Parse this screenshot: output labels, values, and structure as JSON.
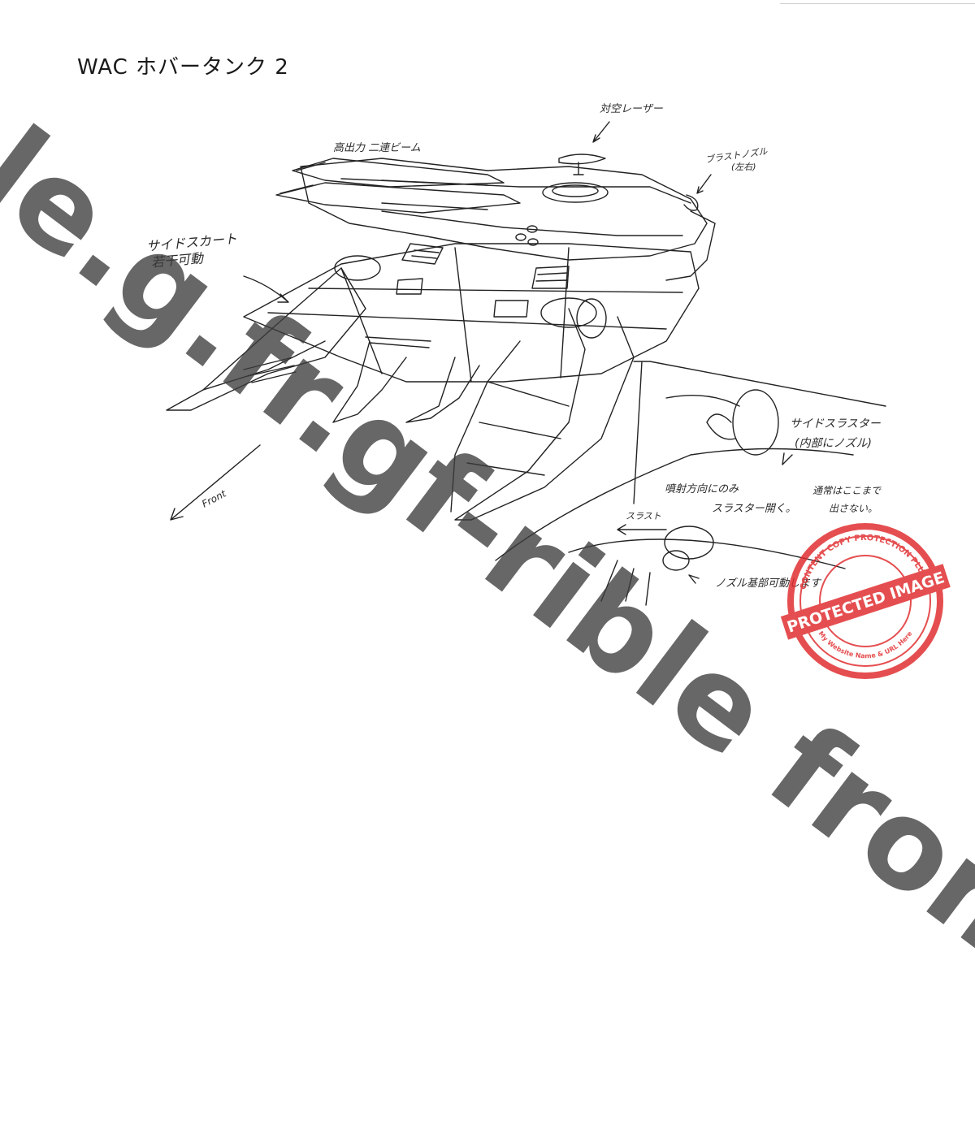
{
  "sheet": {
    "title": "WAC ホバータンク 2",
    "notes": {
      "aa_laser": "対空レーザー",
      "high_power_beam": "高出力 二連ビーム",
      "blast_nozzle": "ブラストノズル",
      "blast_nozzle_sides": "(左右)",
      "side_skirt_1": "サイドスカート",
      "side_skirt_2": "若干可動",
      "front": "Front",
      "side_thruster_1": "サイドスラスター",
      "side_thruster_2": "(内部にノズル)",
      "spray_dir_1": "噴射方向にのみ",
      "spray_dir_2": "スラスター開く。",
      "normally_1": "通常はここまで",
      "normally_2": "出さない。",
      "thrust": "スラスト",
      "nozzle_base": "ノズル基部可動します"
    }
  },
  "watermark": {
    "text": "ple.g.fr.gf-rible from Do",
    "color": "#3c3c3c"
  },
  "stamp": {
    "ring_text": "CONTENT COPY PROTECTION PLUGIN",
    "band_text": "PROTECTED IMAGE",
    "bottom_text": "My Website Name & URL Here",
    "color": "#e0282a"
  },
  "icons": {
    "stamp": "protection-stamp-icon",
    "arrow": "pointer-arrow-icon"
  }
}
